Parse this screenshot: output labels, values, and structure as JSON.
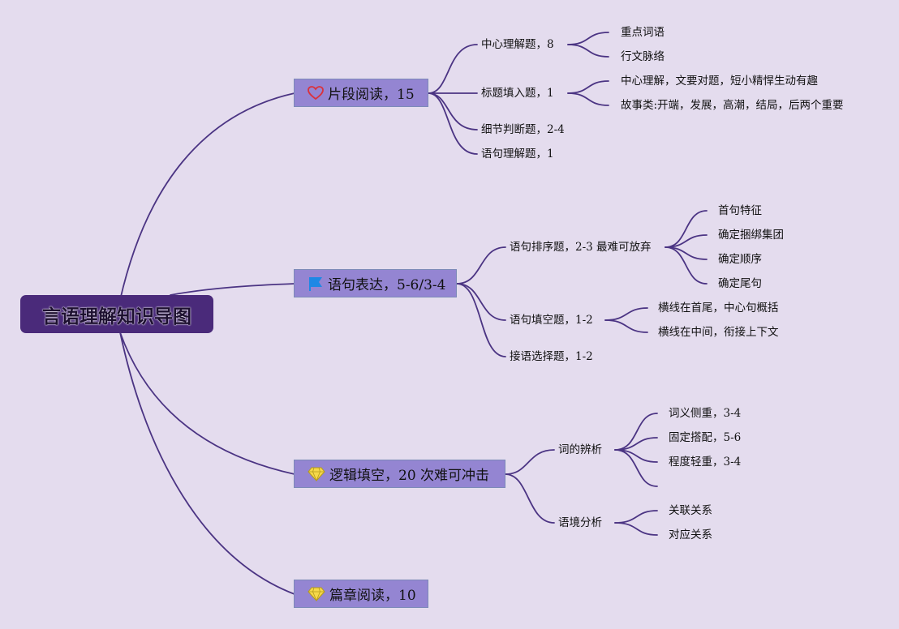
{
  "root": {
    "label": "言语理解知识导图"
  },
  "branches": [
    {
      "label": "片段阅读，15",
      "icon": "heart-icon",
      "children": [
        {
          "label": "中心理解题，8",
          "children": [
            "重点词语",
            "行文脉络"
          ]
        },
        {
          "label": "标题填入题，1",
          "children": [
            "中心理解，文要对题，短小精悍生动有趣",
            "故事类:开端，发展，高潮，结局，后两个重要"
          ]
        },
        {
          "label": "细节判断题，2-4"
        },
        {
          "label": "语句理解题，1"
        }
      ]
    },
    {
      "label": "语句表达，5-6/3-4",
      "icon": "flag-icon",
      "children": [
        {
          "label": "语句排序题，2-3 最难可放弃",
          "children": [
            "首句特征",
            "确定捆绑集团",
            "确定顺序",
            "确定尾句"
          ]
        },
        {
          "label": "语句填空题，1-2",
          "children": [
            "横线在首尾，中心句概括",
            "横线在中间，衔接上下文"
          ]
        },
        {
          "label": "接语选择题，1-2"
        }
      ]
    },
    {
      "label": "逻辑填空，20 次难可冲击",
      "icon": "diamond-icon",
      "children": [
        {
          "label": "词的辨析",
          "children": [
            "词义侧重，3-4",
            "固定搭配，5-6",
            "程度轻重，3-4",
            ""
          ]
        },
        {
          "label": "语境分析",
          "children": [
            "关联关系",
            "对应关系"
          ]
        }
      ]
    },
    {
      "label": "篇章阅读，10",
      "icon": "diamond-icon"
    }
  ],
  "colors": {
    "background": "#e4dcee",
    "line": "#4b3483",
    "root_fill": "#4a2a7a",
    "branch_fill": "#9485d2",
    "heart": "#d9323d",
    "flag": "#1e88e5",
    "diamond": "#f5d84a"
  }
}
